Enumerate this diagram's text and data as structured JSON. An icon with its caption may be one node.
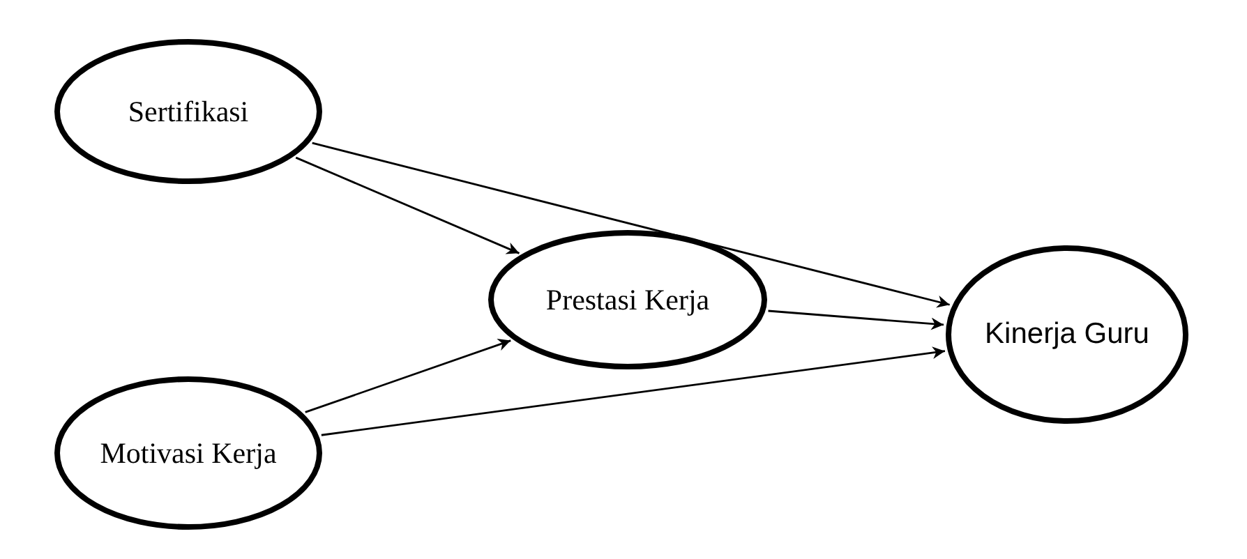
{
  "diagram": {
    "nodes": [
      {
        "text": [
          "Sertifikasi"
        ]
      },
      {
        "text": [
          "Motivasi Kerja"
        ]
      },
      {
        "text": [
          "Prestasi Kerja"
        ]
      },
      {
        "text": [
          "Kinerja Guru"
        ]
      }
    ],
    "edges": [
      {
        "from": 0,
        "to": 2,
        "arrow": "to"
      },
      {
        "from": 0,
        "to": 3,
        "arrow": "to"
      },
      {
        "from": 2,
        "to": 3,
        "arrow": "to"
      },
      {
        "from": 1,
        "to": 2,
        "arrow": "to"
      },
      {
        "from": 1,
        "to": 3,
        "arrow": "to"
      }
    ]
  }
}
